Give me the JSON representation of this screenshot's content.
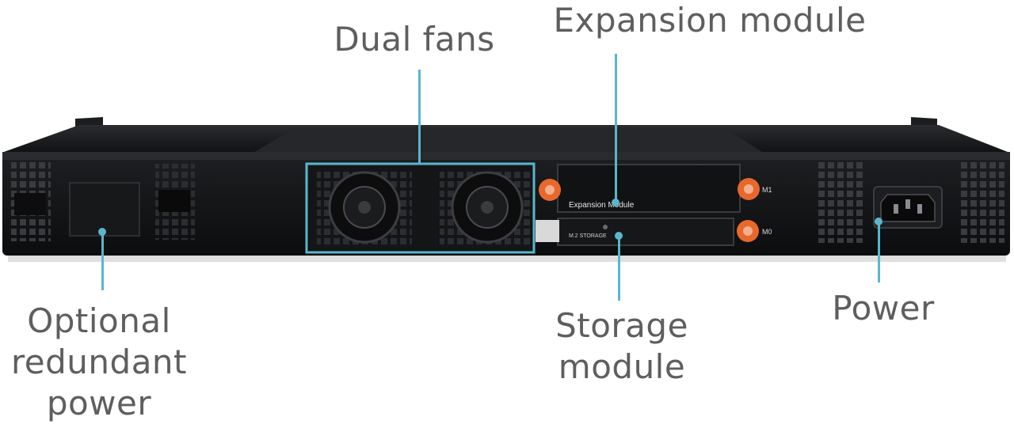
{
  "callouts": {
    "dual_fans": "Dual fans",
    "expansion_module": "Expansion module",
    "optional_power": [
      "Optional",
      "redundant",
      "power"
    ],
    "storage_module": [
      "Storage",
      "module"
    ],
    "power": "Power"
  },
  "panel_text": {
    "expansion_label": "Expansion Module",
    "storage_label": "M.2 STORAGE",
    "slot_m1": "M1",
    "slot_m0": "M0"
  },
  "colors": {
    "callout_line": "#5ab6cc",
    "thumbscrew": "#e8682c",
    "chassis": "#1a1b1d",
    "text": "#5e5e5e"
  },
  "icons": [
    "fan-icon",
    "thumbscrew-icon",
    "power-inlet-icon",
    "vent-grille-icon"
  ]
}
